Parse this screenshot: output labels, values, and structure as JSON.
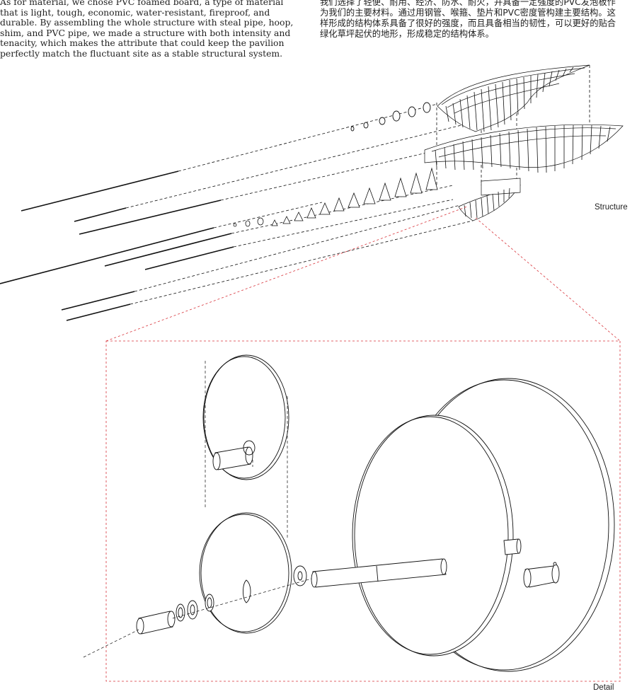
{
  "description_en": "As for material, we chose PVC foamed board, a type of material that is light, tough, economic, water-resistant, fireproof, and durable. By assembling the whole structure with steal pipe, hoop, shim, and PVC pipe, we made a structure with both intensity and tenacity, which makes the attribute that could keep the pavilion perfectly match the fluctuant site as a stable structural system.",
  "description_cn": "我们选择了轻便、耐用、经济、防水、耐火，并具备一定强度的PVC发泡板作为我们的主要材料。通过用钢管、喉箍、垫片和PVC密度管构建主要结构。这样形成的结构体系具备了很好的强度，而且具备相当的韧性，可以更好的贴合绿化草坪起伏的地形，形成稳定的结构体系。",
  "labels": {
    "structure": "Structure",
    "detail": "Detail"
  },
  "colors": {
    "line": "#111111",
    "accent": "#d8333a"
  }
}
